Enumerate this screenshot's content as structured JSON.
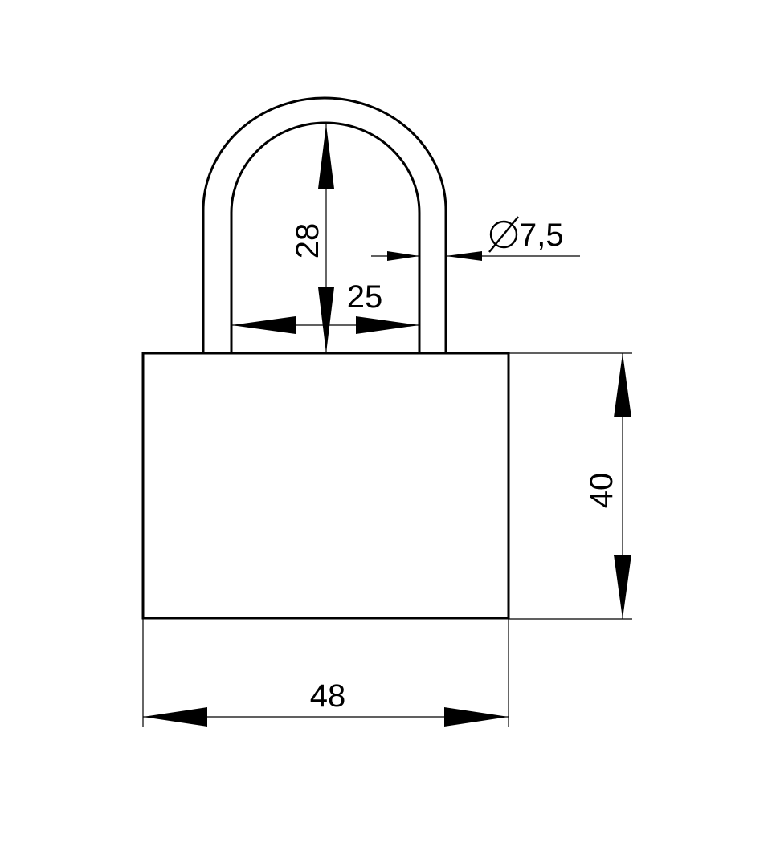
{
  "drawing": {
    "subject": "padlock",
    "line_color": "#000000",
    "background_color": "#ffffff",
    "dimensions": {
      "body_width": "48",
      "body_height": "40",
      "shackle_inner_width": "25",
      "shackle_inner_height": "28",
      "shackle_diameter": "7,5"
    },
    "symbols": {
      "diameter": "diameter-symbol"
    }
  }
}
